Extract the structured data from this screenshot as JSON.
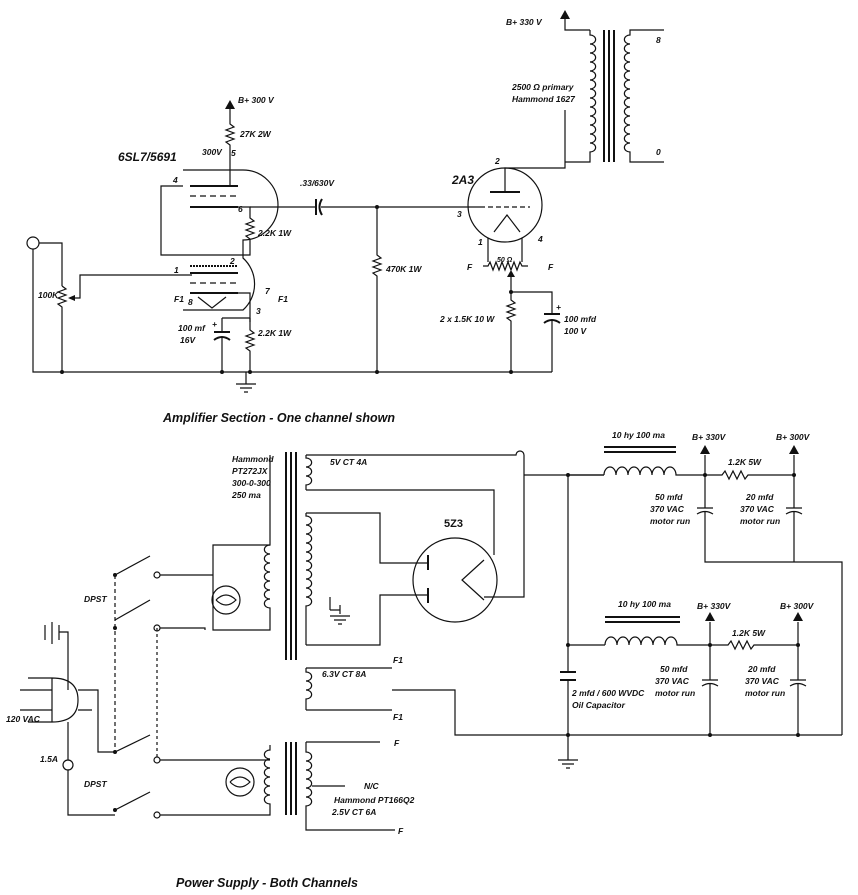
{
  "amp": {
    "caption": "Amplifier Section - One channel shown",
    "bplus_driver": "B+ 300 V",
    "bplus_output": "B+ 330 V",
    "driver_tube": "6SL7/5691",
    "output_tube": "2A3",
    "r_plate": "27K 2W",
    "r_cathode_a": "2.2K 1W",
    "r_cathode_b": "2.2K 1W",
    "coupling_cap": ".33/630V",
    "grid_resistor": "470K 1W",
    "volume_pot": "100K",
    "cathode_cap": "100 mf",
    "cathode_cap_v": "16V",
    "hum_pot": "50 Ω",
    "out_cathode_r": "2 x 1.5K 10 W",
    "out_bypass": "100 mfd",
    "out_bypass_v": "100 V",
    "otx_primary": "2500 Ω primary",
    "otx_model": "Hammond 1627",
    "otx_tap_8": "8",
    "otx_tap_0": "0",
    "pin_300v": "300V",
    "pin5": "5",
    "pin4": "4",
    "pin6": "6",
    "pin2": "2",
    "pin1": "1",
    "pin8": "8",
    "pin7": "7",
    "pin3": "3",
    "f1_left": "F1",
    "f1_right": "F1",
    "o_pin2": "2",
    "o_pin3": "3",
    "o_pin1": "1",
    "o_pin4": "4",
    "f_left": "F",
    "f_right": "F"
  },
  "ps": {
    "caption": "Power Supply - Both Channels",
    "pt_name": "Hammond",
    "pt_model": "PT272JX",
    "pt_volts": "300-0-300",
    "pt_current": "250 ma",
    "winding_5v": "5V CT 4A",
    "rect_tube": "5Z3",
    "winding_63": "6.3V CT 8A",
    "f1_top": "F1",
    "f1_bot": "F1",
    "choke_top": "10 hy 100 ma",
    "choke_bot": "10 hy 100 ma",
    "bplus_330_top": "B+ 330V",
    "bplus_300_top": "B+ 300V",
    "bplus_330_bot": "B+ 330V",
    "bplus_300_bot": "B+ 300V",
    "r_top": "1.2K 5W",
    "r_bot": "1.2K 5W",
    "c50_a": "50 mfd",
    "c50_a2": "370 VAC",
    "c50_a3": "motor run",
    "c20_a": "20 mfd",
    "c20_a2": "370 VAC",
    "c20_a3": "motor run",
    "c50_b": "50 mfd",
    "c50_b2": "370 VAC",
    "c50_b3": "motor run",
    "c20_b": "20 mfd",
    "c20_b2": "370 VAC",
    "c20_b3": "motor run",
    "oil_cap": "2 mfd / 600 WVDC",
    "oil_cap2": "Oil Capacitor",
    "dpst_top": "DPST",
    "dpst_bot": "DPST",
    "mains": "120 VAC",
    "fuse": "1.5A",
    "pt2_nc": "N/C",
    "pt2_model": "Hammond PT166Q2",
    "pt2_winding": "2.5V CT 6A",
    "pt2_f_top": "F",
    "pt2_f_bot": "F"
  }
}
